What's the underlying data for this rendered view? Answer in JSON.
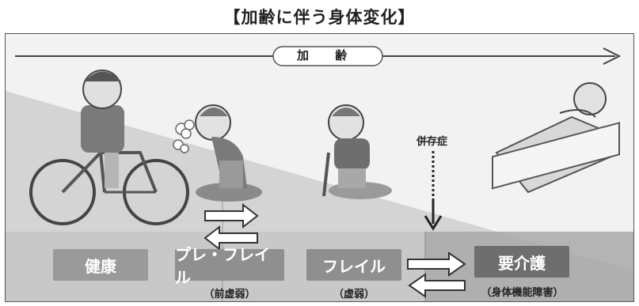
{
  "title": "【加齢に伴う身体変化】",
  "aging_label": "加 齢",
  "comorbidity_label": "併存症",
  "stages": [
    {
      "label": "健康",
      "sub": ""
    },
    {
      "label": "プレ・フレイル",
      "sub": "（前虚弱）"
    },
    {
      "label": "フレイル",
      "sub": "（虚弱）"
    },
    {
      "label": "要介護",
      "sub": "（身体機能障害）"
    }
  ],
  "colors": {
    "stage_box": "#8f8f8f",
    "stage_box_dark": "#6e6e6e",
    "arrow_fill": "#ffffff",
    "triangle": "#cfcfcf"
  },
  "icons": [
    "cyclist-figure",
    "breathless-elder-figure",
    "cane-elder-figure",
    "bedridden-figure"
  ]
}
